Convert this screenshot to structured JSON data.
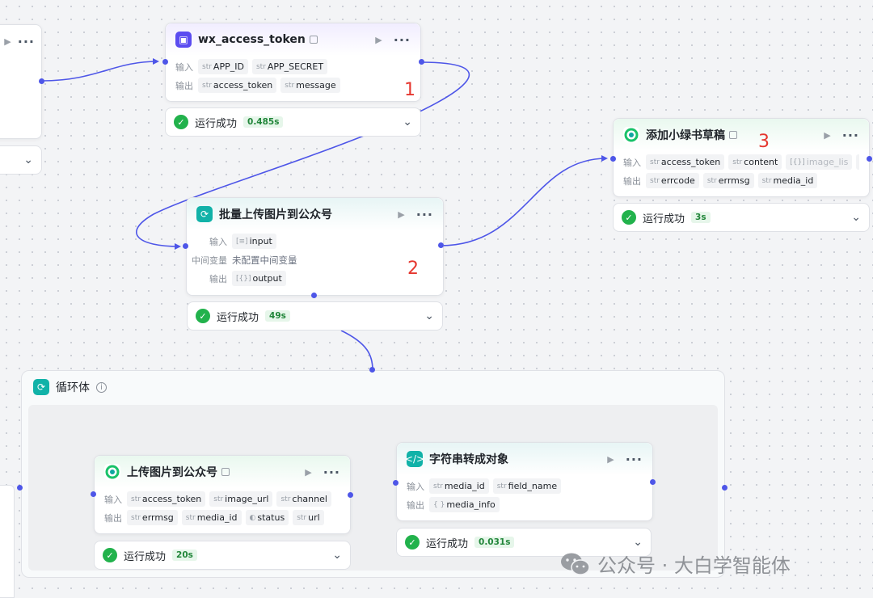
{
  "colors": {
    "accent": "#4e56e8",
    "success": "#22b24c",
    "annotation": "#e5372f"
  },
  "nodes": {
    "wx_token": {
      "title": "wx_access_token",
      "icon": "cube-icon",
      "input_label": "输入",
      "output_label": "输出",
      "inputs": [
        {
          "type": "str",
          "name": "APP_ID"
        },
        {
          "type": "str",
          "name": "APP_SECRET"
        }
      ],
      "outputs": [
        {
          "type": "str",
          "name": "access_token"
        },
        {
          "type": "str",
          "name": "message"
        }
      ],
      "status": "运行成功",
      "time": "0.485s",
      "marker": "1"
    },
    "batch_upload": {
      "title": "批量上传图片到公众号",
      "icon": "loop-icon",
      "input_label": "输入",
      "mid_label": "中间变量",
      "mid_value": "未配置中间变量",
      "output_label": "输出",
      "inputs": [
        {
          "type": "[≡]",
          "name": "input"
        }
      ],
      "outputs": [
        {
          "type": "[{}]",
          "name": "output"
        }
      ],
      "status": "运行成功",
      "time": "49s",
      "marker": "2"
    },
    "xhs_draft": {
      "title": "添加小绿书草稿",
      "icon": "wechat-leaf-icon",
      "input_label": "输入",
      "output_label": "输出",
      "inputs": [
        {
          "type": "str",
          "name": "access_token"
        },
        {
          "type": "str",
          "name": "content"
        },
        {
          "type": "[{}]",
          "name": "image_lis"
        }
      ],
      "outputs": [
        {
          "type": "str",
          "name": "errcode"
        },
        {
          "type": "str",
          "name": "errmsg"
        },
        {
          "type": "str",
          "name": "media_id"
        }
      ],
      "overflow": "···",
      "status": "运行成功",
      "time": "3s",
      "marker": "3"
    },
    "loop_body": {
      "title": "循环体",
      "info": "i"
    },
    "upload_img": {
      "title": "上传图片到公众号",
      "icon": "wechat-leaf-icon",
      "input_label": "输入",
      "output_label": "输出",
      "inputs": [
        {
          "type": "str",
          "name": "access_token"
        },
        {
          "type": "str",
          "name": "image_url"
        },
        {
          "type": "str",
          "name": "channel"
        }
      ],
      "outputs": [
        {
          "type": "str",
          "name": "errmsg"
        },
        {
          "type": "str",
          "name": "media_id"
        },
        {
          "type": "◐",
          "name": "status"
        },
        {
          "type": "str",
          "name": "url"
        }
      ],
      "status": "运行成功",
      "time": "20s"
    },
    "str_to_obj": {
      "title": "字符串转成对象",
      "icon": "code-icon",
      "input_label": "输入",
      "output_label": "输出",
      "inputs": [
        {
          "type": "str",
          "name": "media_id"
        },
        {
          "type": "str",
          "name": "field_name"
        }
      ],
      "outputs": [
        {
          "type": "{ }",
          "name": "media_info"
        }
      ],
      "status": "运行成功",
      "time": "0.031s"
    }
  },
  "watermark": {
    "text": "公众号 · 大白学智能体",
    "icon": "wechat-logo-icon"
  },
  "glyphs": {
    "play": "▶",
    "more": "···",
    "chevron": "⌄",
    "check": "✓"
  }
}
